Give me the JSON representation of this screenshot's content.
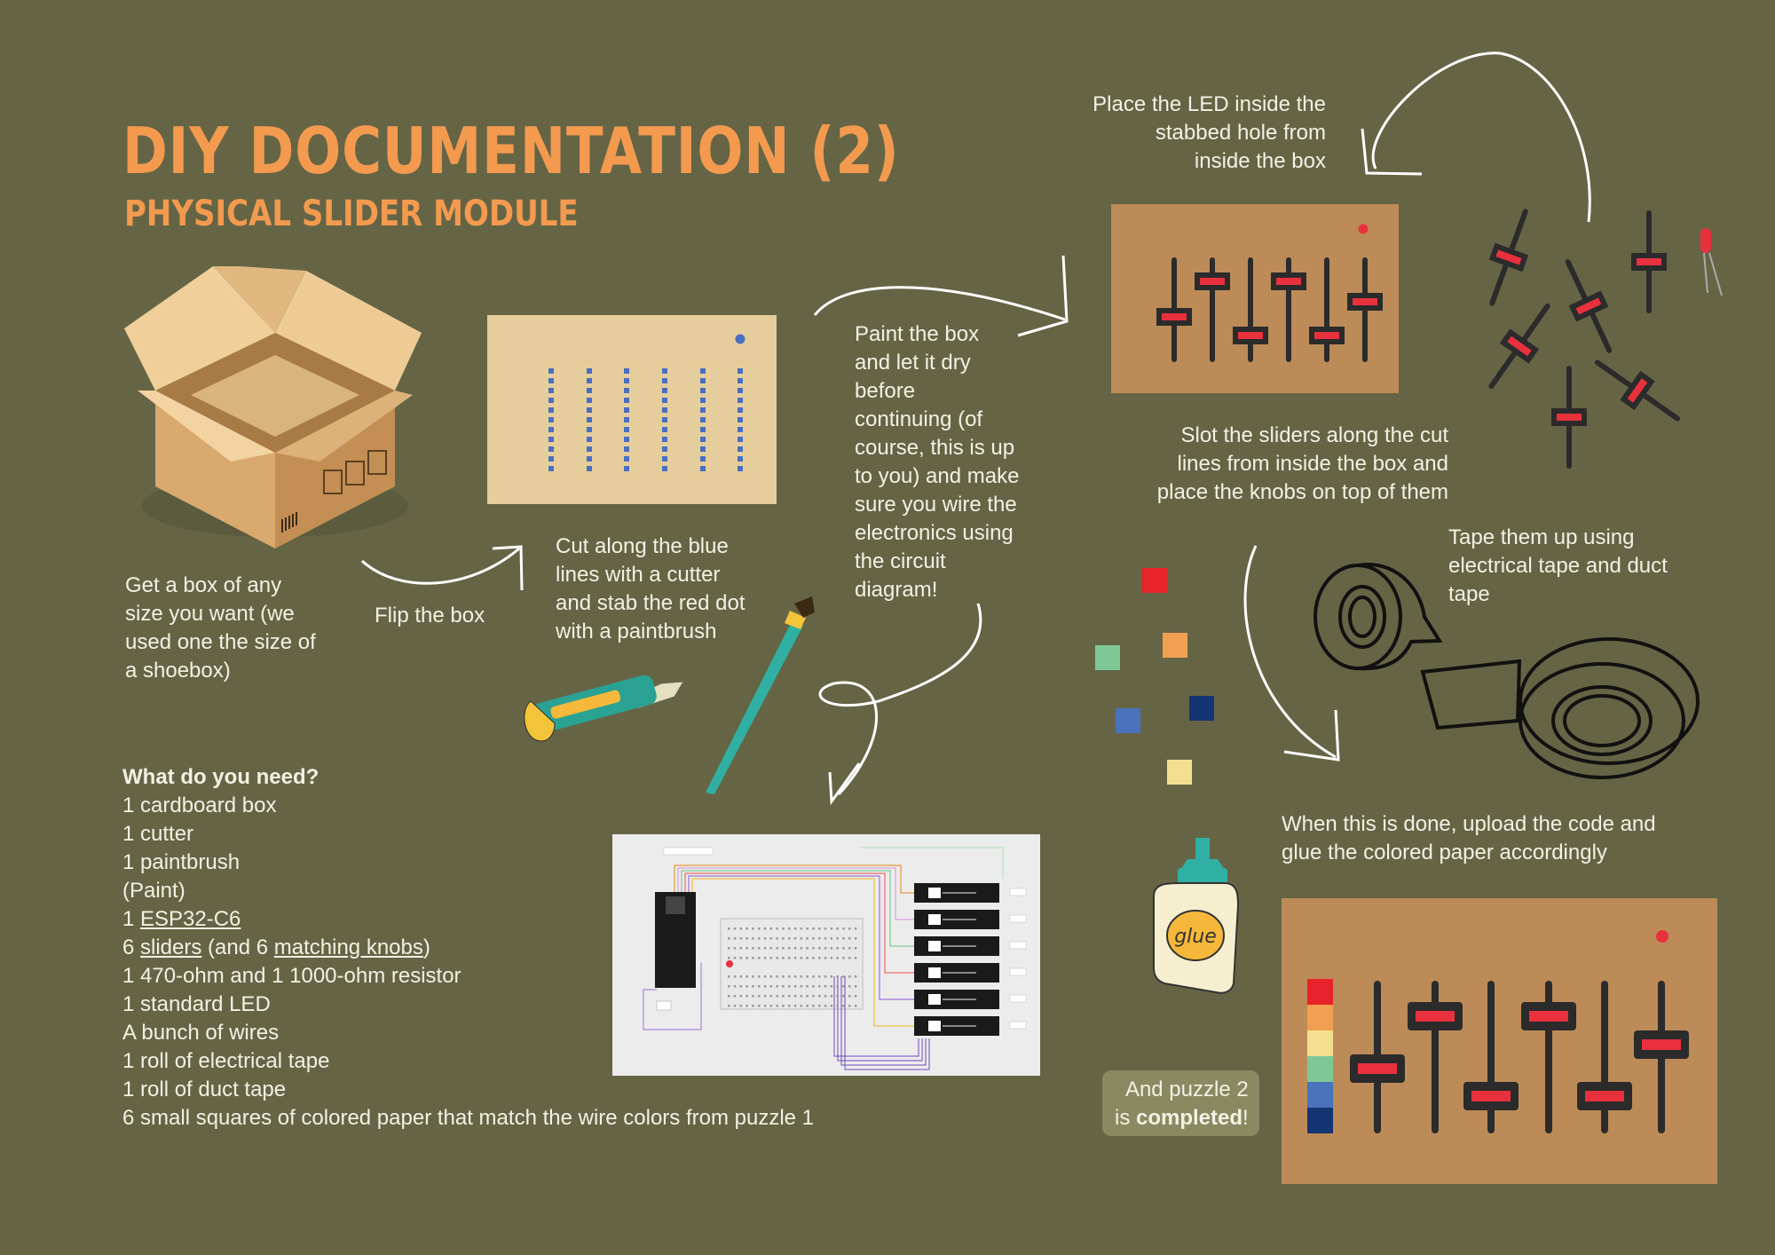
{
  "header": {
    "title": "DIY DOCUMENTATION (2)",
    "subtitle": "PHYSICAL SLIDER MODULE"
  },
  "steps": {
    "get_box": [
      "Get a box of any",
      "size you want (we",
      "used one the size of",
      "a shoebox)"
    ],
    "flip": "Flip the box",
    "cut": [
      "Cut along the blue",
      "lines with a cutter",
      "and stab the red dot",
      "with a paintbrush"
    ],
    "paint": [
      "Paint the box",
      "and let it dry",
      "before",
      "continuing (of",
      "course, this is up",
      "to you) and make",
      "sure you wire the",
      "electronics using",
      "the circuit",
      "diagram!"
    ],
    "place_led": [
      "Place the LED inside the",
      "stabbed hole from",
      "inside the box"
    ],
    "slot": [
      "Slot the sliders along the cut",
      "lines from inside the box and",
      "place the knobs on top of them"
    ],
    "tape": [
      "Tape them up using",
      "electrical tape and duct",
      "tape"
    ],
    "upload": [
      "When this is done, upload the code and",
      "glue the colored paper accordingly"
    ]
  },
  "completion": {
    "line1": "And puzzle 2",
    "line2_prefix": "is ",
    "line2_bold": "completed",
    "line2_suffix": "!"
  },
  "needs": {
    "heading": "What do you need?",
    "box": "1 cardboard box",
    "cutter": "1 cutter",
    "paintbrush": "1 paintbrush",
    "paint": "(Paint)",
    "esp_prefix": "1 ",
    "esp_link": "ESP32-C6",
    "sliders_prefix": "6 ",
    "sliders_link": "sliders",
    "sliders_mid": " (and 6 ",
    "knobs_link": "matching knobs",
    "sliders_suffix": ")",
    "resistor": "1 470-ohm and 1 1000-ohm resistor",
    "led": "1 standard LED",
    "wires": "A bunch of wires",
    "electrical_tape": "1 roll of electrical tape",
    "duct_tape": "1 roll of duct tape",
    "paper": "6 small squares of colored paper that match the wire colors from puzzle 1"
  },
  "glue_label": "glue",
  "colors": {
    "background": "#656545",
    "title": "#f39a4f",
    "cardboard_light": "#e6cd9c",
    "cardboard_dark": "#bc8b58",
    "slot_blue": "#4a6fc0",
    "knob_red": "#e8313d",
    "paper_red": "#e8222a",
    "paper_orange": "#f0a050",
    "paper_green": "#7fc895",
    "paper_blue": "#4a72bd",
    "paper_navy": "#153473",
    "paper_yellow": "#f3df8f"
  },
  "icons": [
    "cardboard-box-icon",
    "cutter-icon",
    "paintbrush-icon",
    "curved-arrow-icon",
    "slider-icon",
    "led-icon",
    "tape-roll-icon",
    "glue-bottle-icon",
    "circuit-diagram-icon"
  ]
}
